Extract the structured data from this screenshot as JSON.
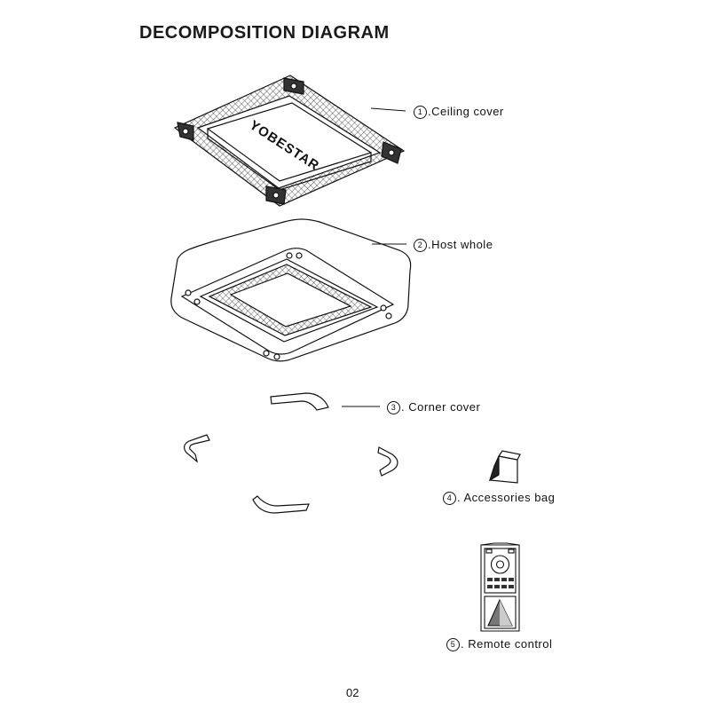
{
  "title": "DECOMPOSITION DIAGRAM",
  "parts": [
    {
      "number": "1",
      "label": ".Ceiling cover"
    },
    {
      "number": "2",
      "label": ".Host whole"
    },
    {
      "number": "3",
      "label": ". Corner cover"
    },
    {
      "number": "4",
      "label": ". Accessories bag"
    },
    {
      "number": "5",
      "label": ". Remote control"
    }
  ],
  "brand_text": "YOBESTAR",
  "page_number": "02"
}
